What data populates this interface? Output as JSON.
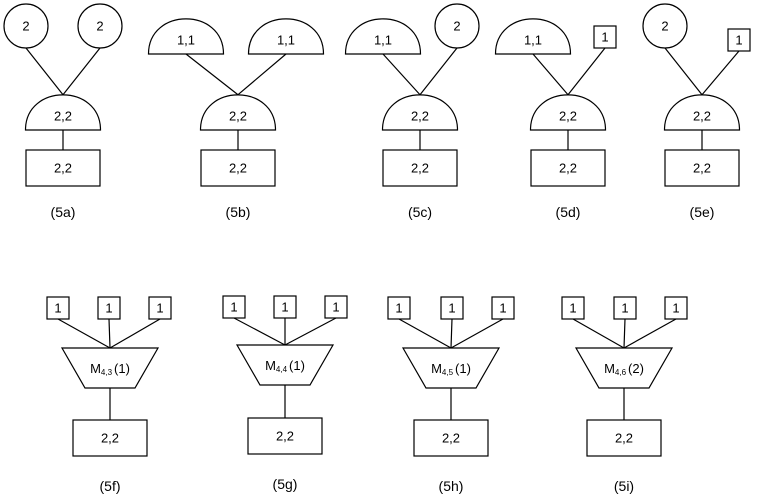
{
  "colors": {
    "stroke": "#000000",
    "fill": "#ffffff",
    "text": "#000000"
  },
  "diagrams": [
    {
      "caption": "(5a)",
      "top": [
        {
          "shape": "circle",
          "label": "2"
        },
        {
          "shape": "circle",
          "label": "2"
        }
      ],
      "middle": {
        "shape": "dome",
        "label": "2,2"
      },
      "bottom": {
        "shape": "rect",
        "label": "2,2"
      }
    },
    {
      "caption": "(5b)",
      "top": [
        {
          "shape": "dome",
          "label": "1,1"
        },
        {
          "shape": "dome",
          "label": "1,1"
        }
      ],
      "middle": {
        "shape": "dome",
        "label": "2,2"
      },
      "bottom": {
        "shape": "rect",
        "label": "2,2"
      }
    },
    {
      "caption": "(5c)",
      "top": [
        {
          "shape": "dome",
          "label": "1,1"
        },
        {
          "shape": "circle",
          "label": "2"
        }
      ],
      "middle": {
        "shape": "dome",
        "label": "2,2"
      },
      "bottom": {
        "shape": "rect",
        "label": "2,2"
      }
    },
    {
      "caption": "(5d)",
      "top": [
        {
          "shape": "dome",
          "label": "1,1"
        },
        {
          "shape": "square",
          "label": "1"
        }
      ],
      "middle": {
        "shape": "dome",
        "label": "2,2"
      },
      "bottom": {
        "shape": "rect",
        "label": "2,2"
      }
    },
    {
      "caption": "(5e)",
      "top": [
        {
          "shape": "circle",
          "label": "2"
        },
        {
          "shape": "square",
          "label": "1"
        }
      ],
      "middle": {
        "shape": "dome",
        "label": "2,2"
      },
      "bottom": {
        "shape": "rect",
        "label": "2,2"
      }
    },
    {
      "caption": "(5f)",
      "top": [
        {
          "shape": "square",
          "label": "1"
        },
        {
          "shape": "square",
          "label": "1"
        },
        {
          "shape": "square",
          "label": "1"
        }
      ],
      "middle": {
        "shape": "trapezoid",
        "label": "M",
        "subscript": "4,3",
        "suffix": "(1)"
      },
      "bottom": {
        "shape": "rect",
        "label": "2,2"
      }
    },
    {
      "caption": "(5g)",
      "top": [
        {
          "shape": "square",
          "label": "1"
        },
        {
          "shape": "square",
          "label": "1"
        },
        {
          "shape": "square",
          "label": "1"
        }
      ],
      "middle": {
        "shape": "trapezoid",
        "label": "M",
        "subscript": "4,4",
        "suffix": "(1)"
      },
      "bottom": {
        "shape": "rect",
        "label": "2,2"
      }
    },
    {
      "caption": "(5h)",
      "top": [
        {
          "shape": "square",
          "label": "1"
        },
        {
          "shape": "square",
          "label": "1"
        },
        {
          "shape": "square",
          "label": "1"
        }
      ],
      "middle": {
        "shape": "trapezoid",
        "label": "M",
        "subscript": "4,5",
        "suffix": "(1)"
      },
      "bottom": {
        "shape": "rect",
        "label": "2,2"
      }
    },
    {
      "caption": "(5i)",
      "top": [
        {
          "shape": "square",
          "label": "1"
        },
        {
          "shape": "square",
          "label": "1"
        },
        {
          "shape": "square",
          "label": "1"
        }
      ],
      "middle": {
        "shape": "trapezoid",
        "label": "M",
        "subscript": "4,6",
        "suffix": "(2)"
      },
      "bottom": {
        "shape": "rect",
        "label": "2,2"
      }
    }
  ]
}
